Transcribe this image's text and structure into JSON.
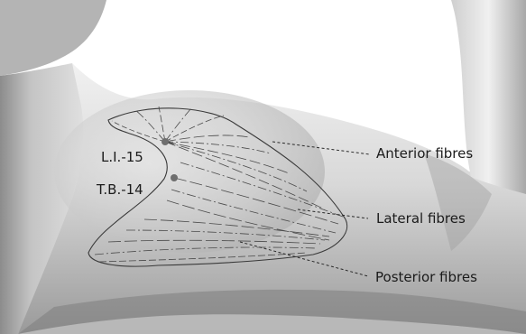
{
  "points": {
    "li15": "L.I.-15",
    "tb14": "T.B.-14"
  },
  "fibres": {
    "anterior": "Anterior fibres",
    "lateral": "Lateral fibres",
    "posterior": "Posterior fibres"
  },
  "colors": {
    "skin_light": "#ececec",
    "skin_mid": "#bdbdbd",
    "skin_dark": "#6f6f6f",
    "outline": "#3a3a3a",
    "point": "#6e6e6e",
    "text": "#1b1b1b"
  }
}
